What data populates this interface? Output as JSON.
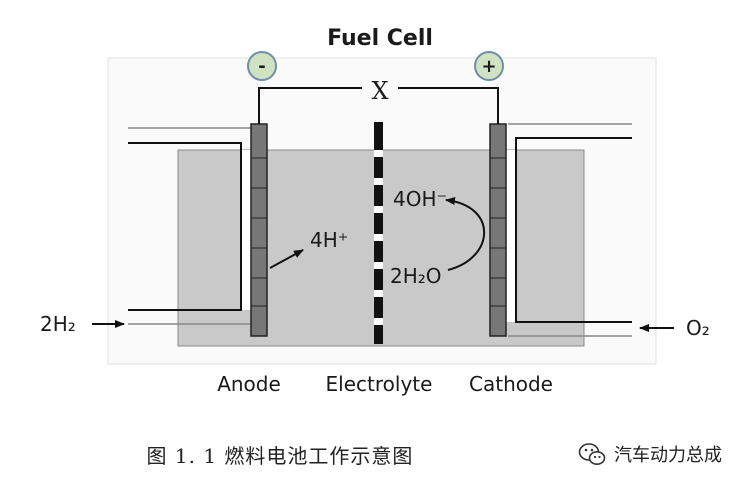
{
  "title": "Fuel  Cell",
  "terminals": {
    "negative": "-",
    "positive": "+"
  },
  "load_label": "X",
  "species": {
    "hydrogen_in": "2H₂",
    "oxygen_in": "O₂",
    "proton": "4H⁺",
    "hydroxide": "4OH⁻",
    "water": "2H₂O"
  },
  "labels": {
    "anode": "Anode",
    "electrolyte": "Electrolyte",
    "cathode": "Cathode"
  },
  "caption": "图 1. 1 燃料电池工作示意图",
  "watermark": "汽车动力总成"
}
